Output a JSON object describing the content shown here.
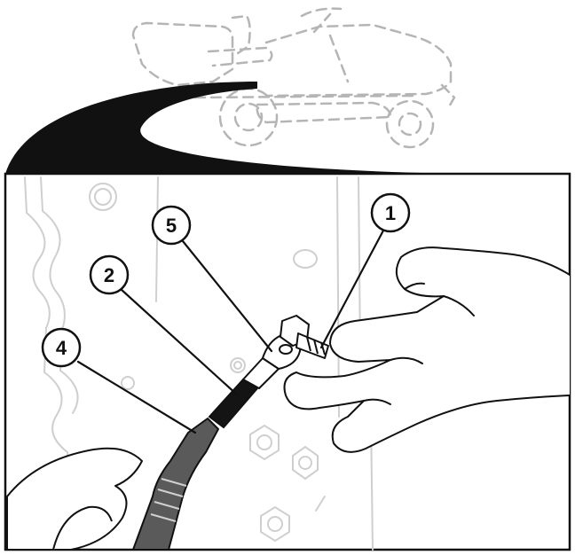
{
  "figure": {
    "inset_subject": "ride-on-lawn-mower",
    "callouts": [
      {
        "number": "1"
      },
      {
        "number": "2"
      },
      {
        "number": "4"
      },
      {
        "number": "5"
      }
    ]
  },
  "colors": {
    "line": "#111111",
    "ghost_outline": "#b5b5b5",
    "detail_line": "#cfcfcf",
    "background": "#ffffff",
    "sheath": "#5a5a5a",
    "wire": "#141414"
  }
}
